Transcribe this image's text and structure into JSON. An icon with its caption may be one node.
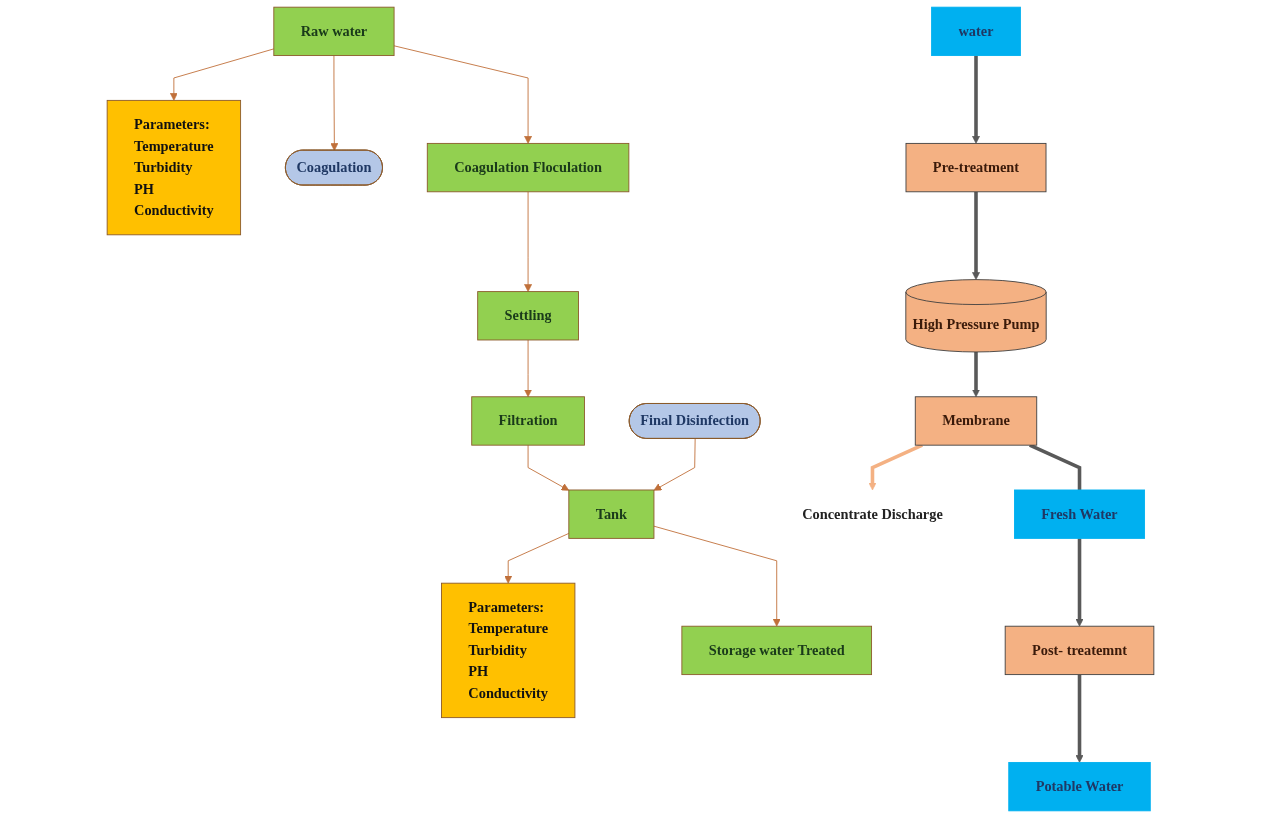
{
  "diagram": {
    "nodes": [
      {
        "text": [
          "Parameters:",
          "Temperature",
          "Turbidity",
          "PH",
          "Conductivity"
        ]
      },
      {
        "text": [
          "Raw water"
        ]
      },
      {
        "text": [
          "Coagulation"
        ]
      },
      {
        "text": [
          "Coagulation Floculation"
        ]
      },
      {
        "text": [
          "Settling"
        ]
      },
      {
        "text": [
          "Filtration"
        ]
      },
      {
        "text": [
          "Final Disinfection"
        ]
      },
      {
        "text": [
          "Tank"
        ]
      },
      {
        "text": [
          "Parameters:",
          "Temperature",
          "Turbidity",
          "PH",
          "Conductivity"
        ]
      },
      {
        "text": [
          "Storage water Treated"
        ]
      },
      {
        "text": [
          "water"
        ]
      },
      {
        "text": [
          "Pre-treatment"
        ]
      },
      {
        "text": [
          "High Pressure Pump"
        ]
      },
      {
        "text": [
          "Membrane"
        ]
      },
      {
        "text": [
          "Concentrate Discharge"
        ]
      },
      {
        "text": [
          "Fresh Water"
        ]
      },
      {
        "text": [
          "Post- treatemnt"
        ]
      },
      {
        "text": [
          "Potable Water"
        ]
      }
    ],
    "edges": [
      {
        "from": 1,
        "to": 3,
        "arrow": "to"
      },
      {
        "from": 1,
        "to": 0,
        "arrow": "to"
      },
      {
        "from": 1,
        "to": 2,
        "arrow": "to"
      },
      {
        "from": 3,
        "to": 4,
        "arrow": "to"
      },
      {
        "from": 4,
        "to": 5,
        "arrow": "to"
      },
      {
        "from": 5,
        "to": 7,
        "arrow": "to"
      },
      {
        "from": 6,
        "to": 7,
        "arrow": "to"
      },
      {
        "from": 7,
        "to": 9,
        "arrow": "to"
      },
      {
        "from": 7,
        "to": 8,
        "arrow": "to"
      },
      {
        "from": 10,
        "to": 11,
        "arrow": "to",
        "style": "thick",
        "color": "#595959"
      },
      {
        "from": 11,
        "to": 12,
        "arrow": "to",
        "style": "thick",
        "color": "#595959"
      },
      {
        "from": 12,
        "to": 13,
        "arrow": "to",
        "style": "thick",
        "color": "#595959"
      },
      {
        "from": 13,
        "to": 14,
        "arrow": "to",
        "style": "thick",
        "color": "#f4b183"
      },
      {
        "from": 13,
        "to": 15,
        "arrow": "none",
        "style": "thick",
        "color": "#595959"
      },
      {
        "from": 15,
        "to": 16,
        "arrow": "to",
        "style": "thick",
        "color": "#595959"
      },
      {
        "from": 16,
        "to": 17,
        "arrow": "to",
        "style": "thick",
        "color": "#595959"
      }
    ]
  }
}
